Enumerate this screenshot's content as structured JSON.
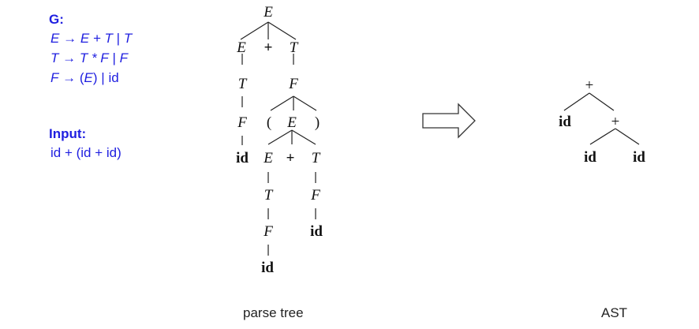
{
  "grammar": {
    "title": "G:",
    "rules": [
      {
        "lhs": "E",
        "arrow": "→",
        "rhs_a": "E + T",
        "bar": "|",
        "rhs_b": "T"
      },
      {
        "lhs": "T",
        "arrow": "→",
        "rhs_a": "T * F",
        "bar": "|",
        "rhs_b": "F"
      },
      {
        "lhs": "F",
        "arrow": "→",
        "rhs_a_open": "(",
        "rhs_a_mid": "E",
        "rhs_a_close": ")",
        "bar": "|",
        "rhs_b": "id"
      }
    ]
  },
  "input": {
    "label": "Input:",
    "value": "id + (id + id)"
  },
  "parse_tree": {
    "caption": "parse tree",
    "nodes": [
      "E",
      "E",
      "+",
      "T",
      "T",
      "F",
      "F",
      "(",
      "E",
      ")",
      "id",
      "E",
      "+",
      "T",
      "T",
      "F",
      "F",
      "id",
      "id"
    ]
  },
  "ast": {
    "caption": "AST",
    "nodes": [
      "+",
      "id",
      "+",
      "id",
      "id"
    ]
  },
  "icons": {
    "transform_arrow": "right-arrow-icon"
  }
}
